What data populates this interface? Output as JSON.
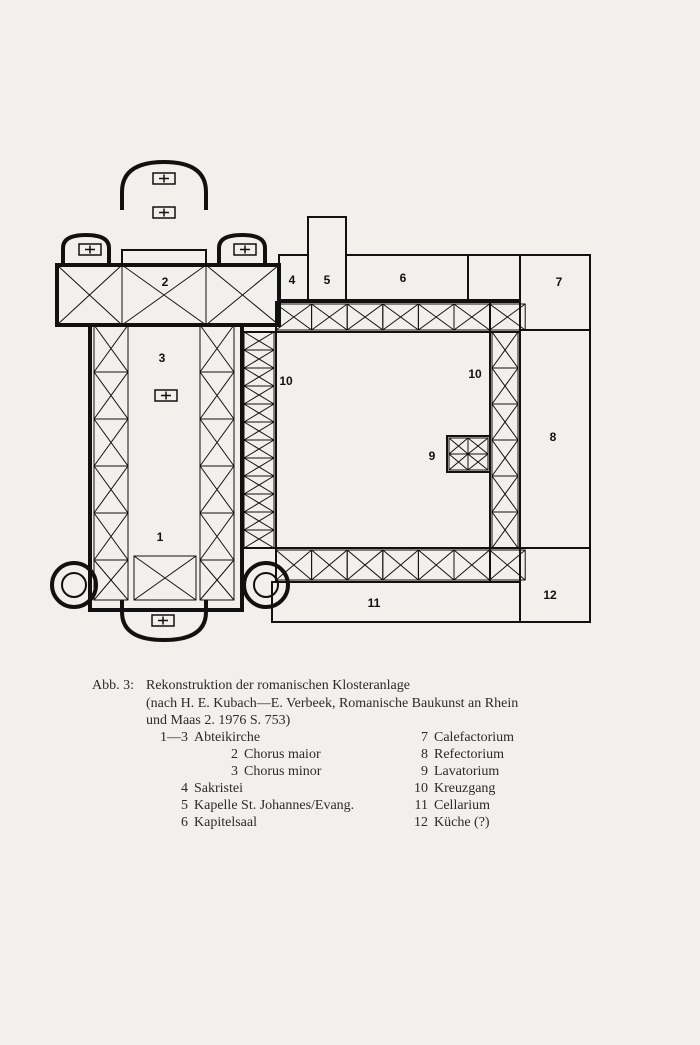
{
  "plan": {
    "labels": [
      "1",
      "2",
      "3",
      "4",
      "5",
      "6",
      "7",
      "8",
      "9",
      "10",
      "10",
      "11",
      "12"
    ]
  },
  "caption": {
    "label": "Abb. 3:",
    "lines": [
      "Rekonstruktion der romanischen Klosteranlage",
      "(nach H. E. Kubach—E. Verbeek, Romanische Baukunst an Rhein",
      "und Maas 2. 1976 S. 753)"
    ]
  },
  "legend_left": [
    {
      "num": "1—3",
      "text": "Abteikirche"
    },
    {
      "num": "2",
      "text": "Chorus maior"
    },
    {
      "num": "3",
      "text": "Chorus minor"
    },
    {
      "num": "4",
      "text": "Sakristei"
    },
    {
      "num": "5",
      "text": "Kapelle St. Johannes/Evang."
    },
    {
      "num": "6",
      "text": "Kapitelsaal"
    }
  ],
  "legend_right": [
    {
      "num": "7",
      "text": "Calefactorium"
    },
    {
      "num": "8",
      "text": "Refectorium"
    },
    {
      "num": "9",
      "text": "Lavatorium"
    },
    {
      "num": "10",
      "text": "Kreuzgang"
    },
    {
      "num": "11",
      "text": "Cellarium"
    },
    {
      "num": "12",
      "text": "Küche (?)"
    }
  ]
}
